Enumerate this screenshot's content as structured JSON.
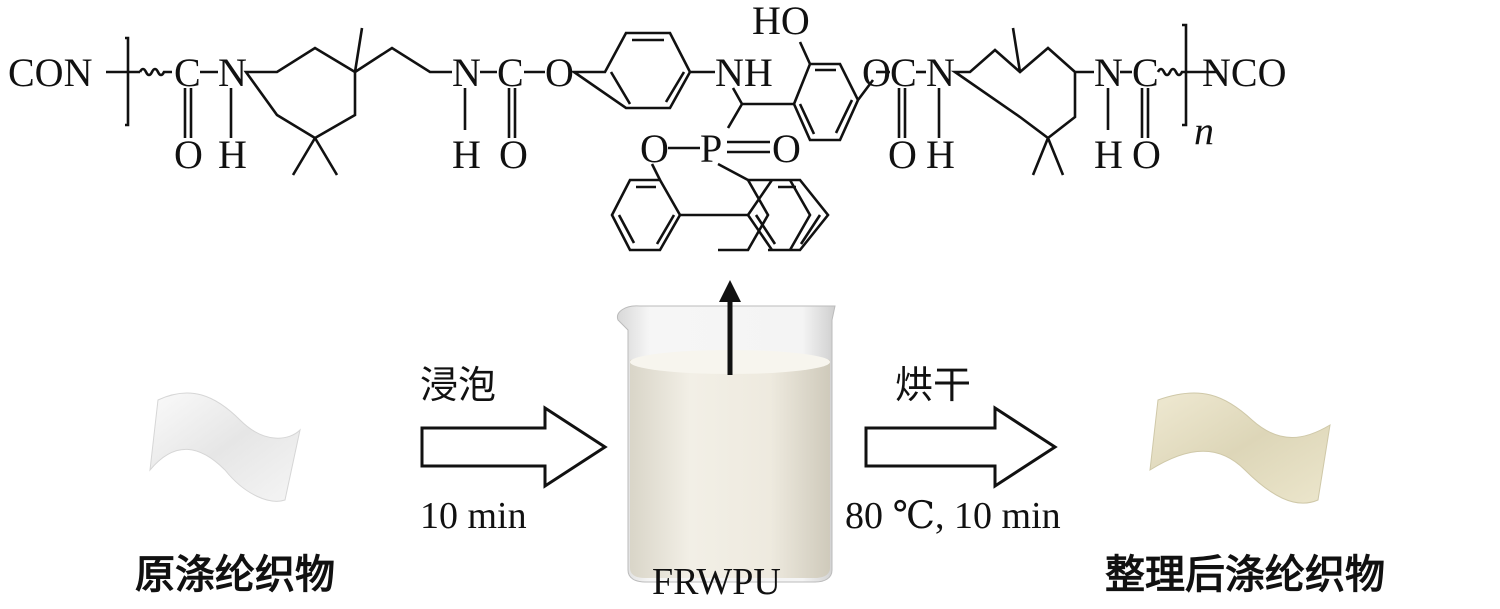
{
  "structure": {
    "left_end": "CON",
    "right_end": "NCO",
    "repeat_subscript": "n",
    "atoms": {
      "C": "C",
      "N": "N",
      "O": "O",
      "H": "H",
      "P": "P",
      "NH": "NH",
      "HO": "HO"
    }
  },
  "process": {
    "step1_label": "浸泡",
    "step1_time": "10 min",
    "step2_label": "烘干",
    "step2_conditions": "80 ℃, 10 min"
  },
  "captions": {
    "original_fabric": "原涤纶织物",
    "solution": "FRWPU",
    "treated_fabric": "整理后涤纶织物"
  },
  "colors": {
    "original_fabric": "#f2f2f2",
    "treated_fabric": "#e9e3c9",
    "emulsion": "#eeeadf"
  }
}
